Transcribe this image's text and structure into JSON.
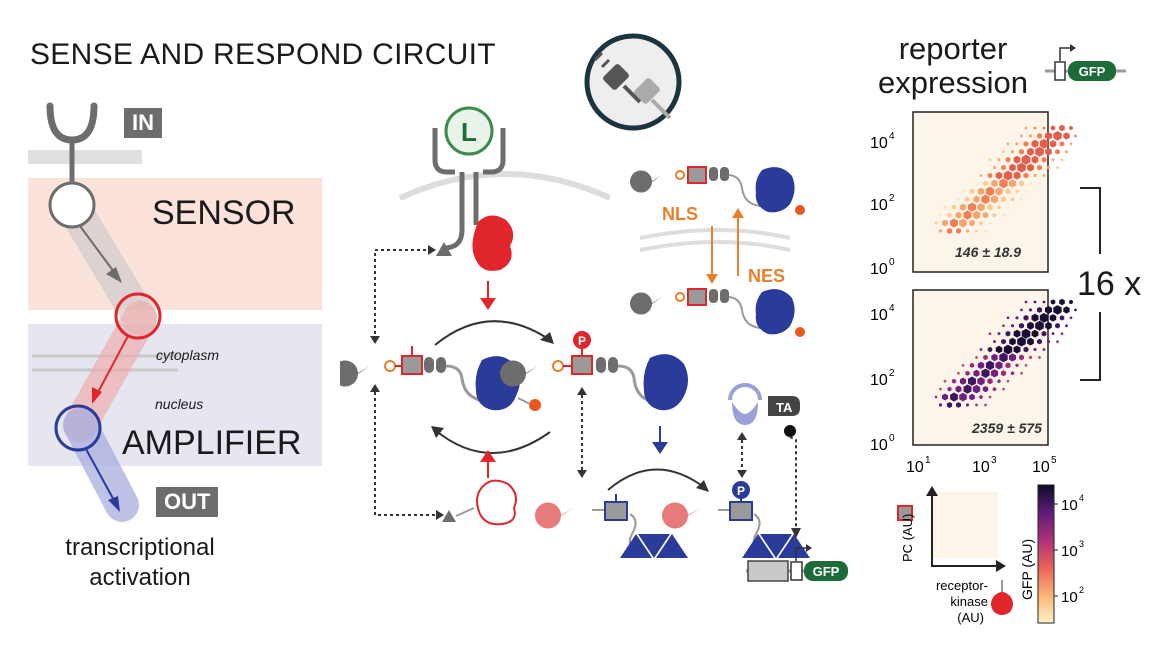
{
  "title": "SENSE AND RESPOND CIRCUIT",
  "left_panel": {
    "in_tag": "IN",
    "sensor_label": "SENSOR",
    "cytoplasm_label": "cytoplasm",
    "nucleus_label": "nucleus",
    "amplifier_label": "AMPLIFIER",
    "out_tag": "OUT",
    "output_label": "transcriptional activation"
  },
  "center_panel": {
    "ligand_label": "L",
    "nls_label": "NLS",
    "nes_label": "NES",
    "phospho_label": "P",
    "ta_label": "TA",
    "gfp_label": "GFP"
  },
  "right_panel": {
    "reporter_title_line1": "reporter",
    "reporter_title_line2": "expression",
    "reporter_icon_label": "GFP",
    "fold_change": "16 x",
    "plot_top_stat": "146 ± 18.9",
    "plot_bottom_stat": "2359 ± 575",
    "y_ticks": [
      "10",
      "10",
      "10"
    ],
    "y_tick_exps": [
      "4",
      "2",
      "0"
    ],
    "x_ticks": [
      "10",
      "10",
      "10"
    ],
    "x_tick_exps": [
      "1",
      "3",
      "5"
    ],
    "legend_y_axis": "PC (AU)",
    "legend_x_axis_line1": "receptor-",
    "legend_x_axis_line2": "kinase",
    "legend_x_axis_line3": "(AU)",
    "colorbar_label": "GFP (AU)",
    "colorbar_ticks": [
      "10",
      "10",
      "10"
    ],
    "colorbar_tick_exps": [
      "4",
      "3",
      "2"
    ]
  },
  "colors": {
    "sensor_band": "#fbe3dc",
    "amplifier_band": "#e6e6f0",
    "sensor_red": "#e0262b",
    "amplifier_blue": "#2b3b9a",
    "nls_orange": "#e8802b",
    "gfp_green": "#1e6b3a",
    "pink": "#e77b7b",
    "lavender": "#9aa0d8"
  }
}
